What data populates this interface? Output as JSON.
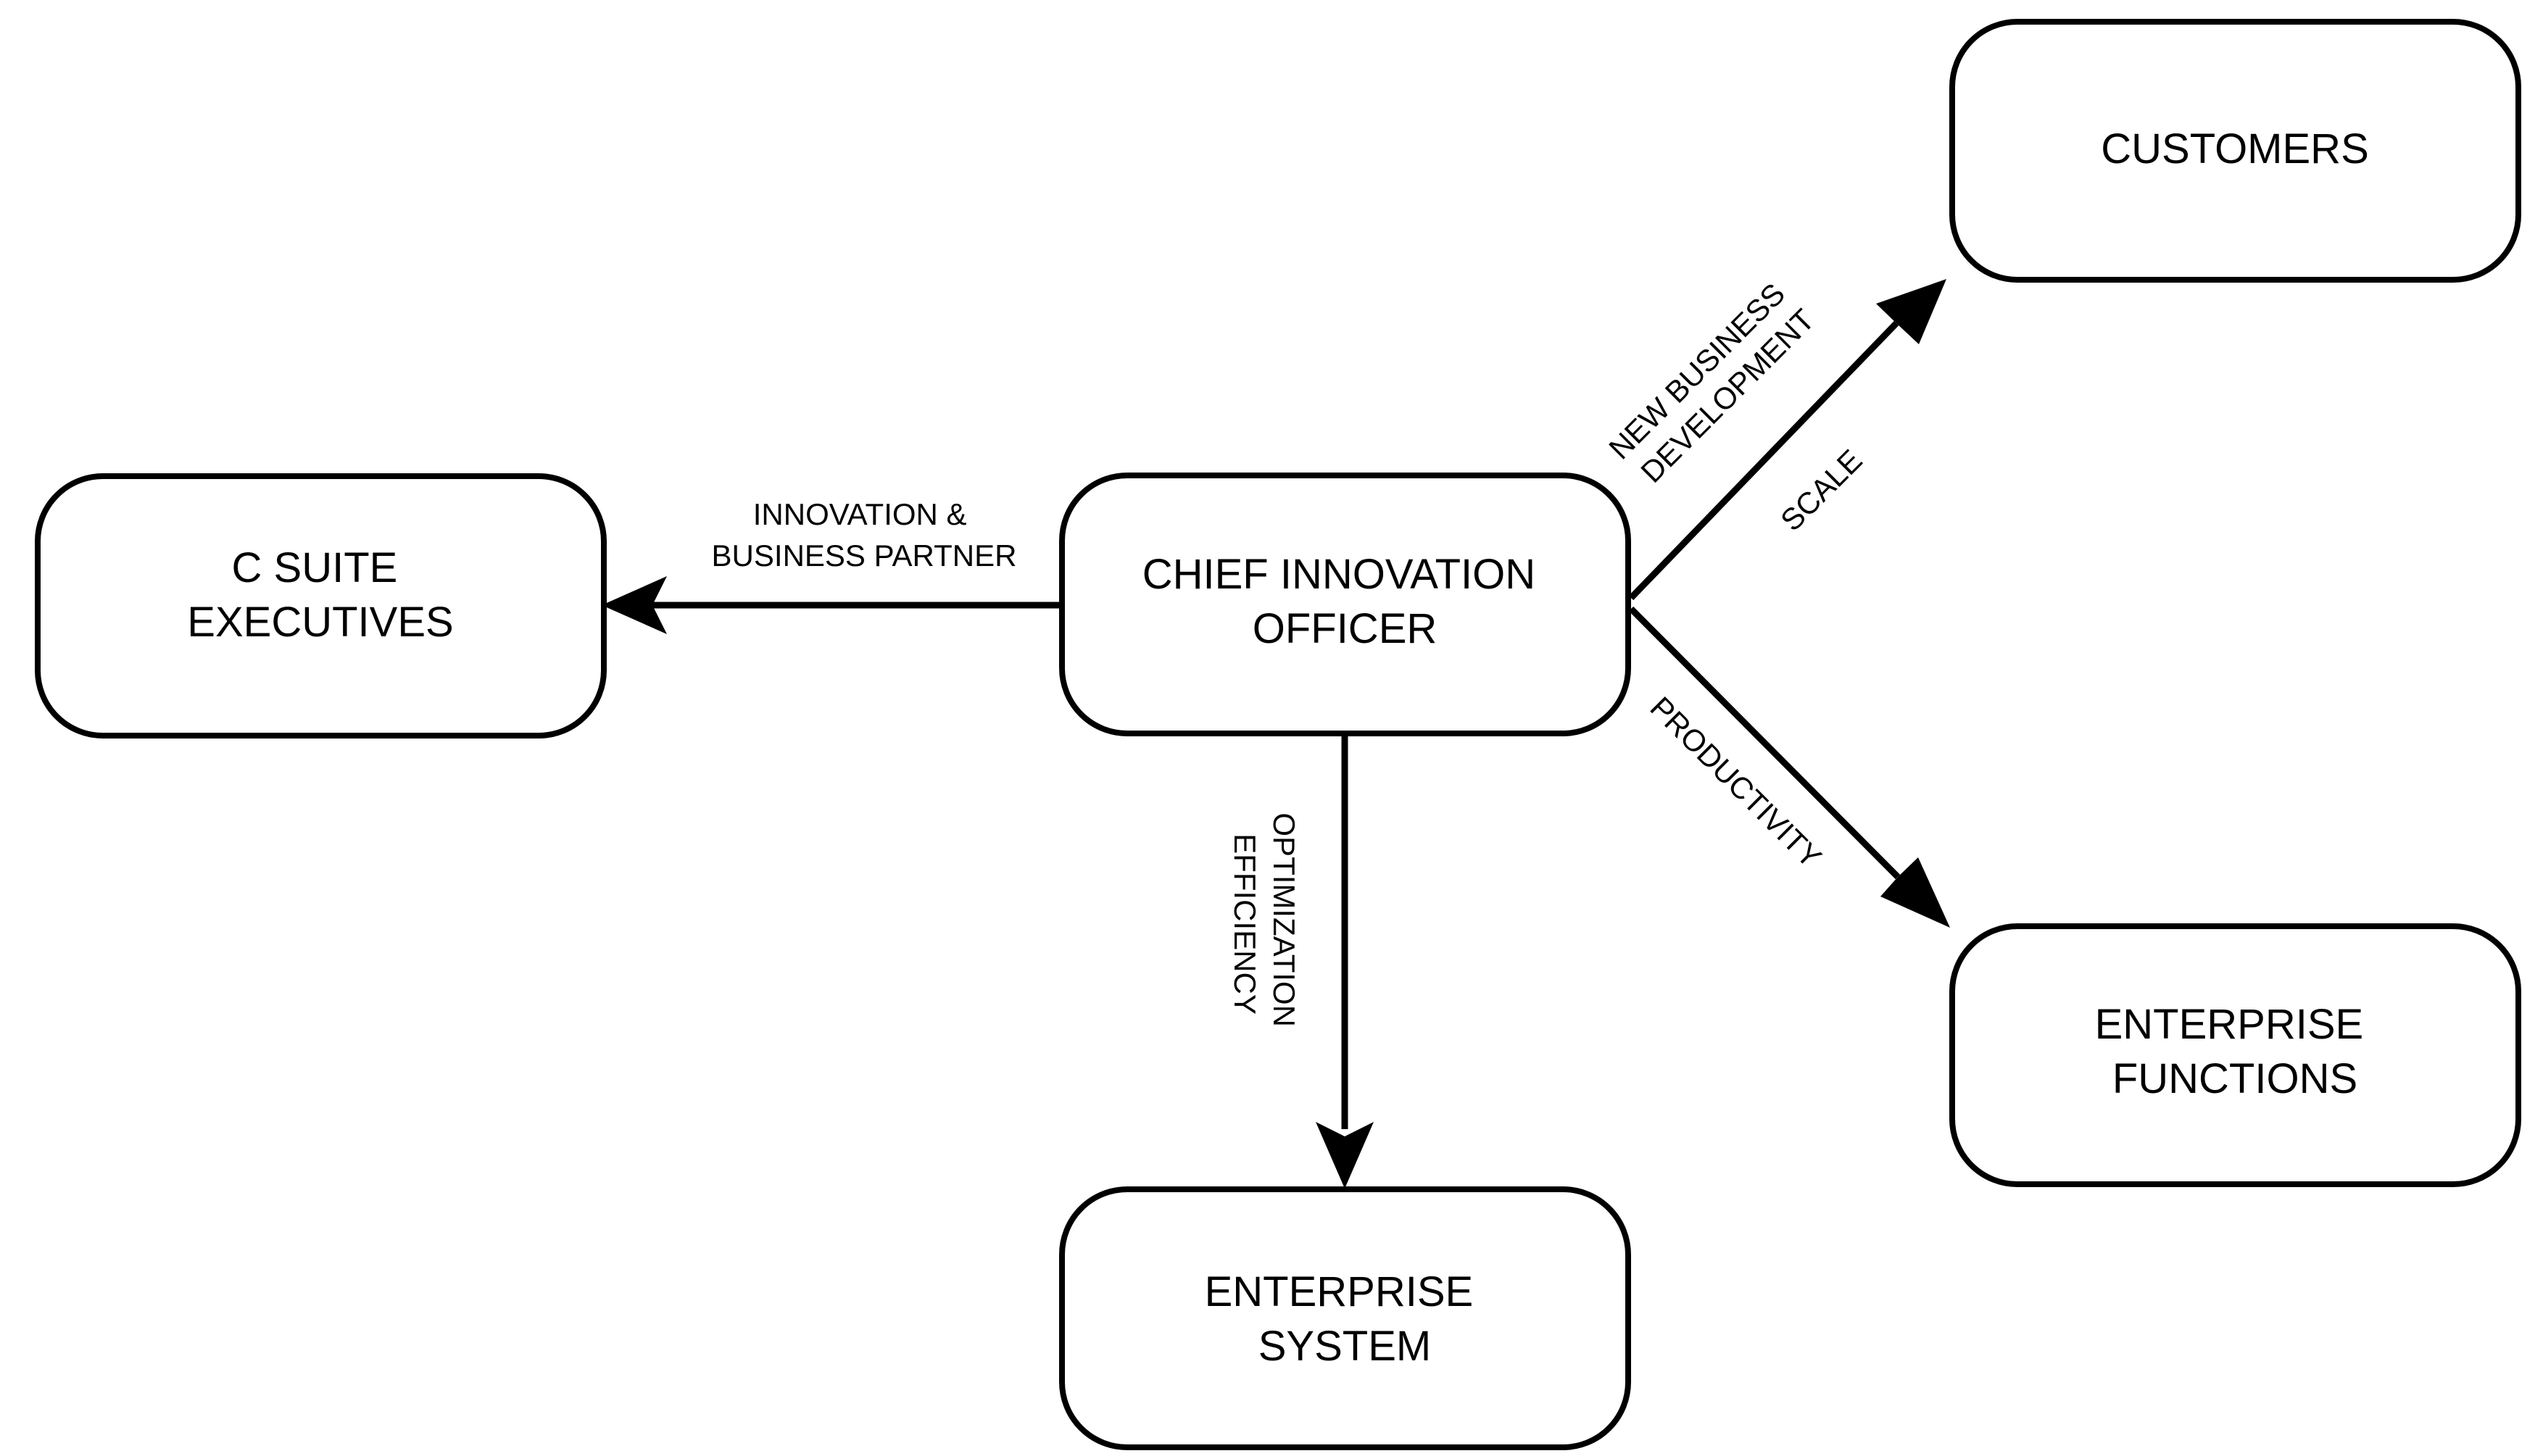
{
  "diagram": {
    "nodes": {
      "c_suite": {
        "line1": "C SUITE",
        "line2": "EXECUTIVES"
      },
      "cio": {
        "line1": "CHIEF INNOVATION",
        "line2": "OFFICER"
      },
      "customers": {
        "line1": "CUSTOMERS"
      },
      "enterprise_functions": {
        "line1": "ENTERPRISE",
        "line2": "FUNCTIONS"
      },
      "enterprise_system": {
        "line1": "ENTERPRISE",
        "line2": "SYSTEM"
      }
    },
    "edges": {
      "to_c_suite": {
        "line1": "INNOVATION &",
        "line2": "BUSINESS PARTNER"
      },
      "to_customers": {
        "line1": "NEW BUSINESS",
        "line2": "DEVELOPMENT",
        "line3": "SCALE"
      },
      "to_enterprise_functions": {
        "line1": "PRODUCTIVITY"
      },
      "to_enterprise_system": {
        "line1": "OPTIMIZATION",
        "line2": "EFFICIENCY"
      }
    }
  }
}
